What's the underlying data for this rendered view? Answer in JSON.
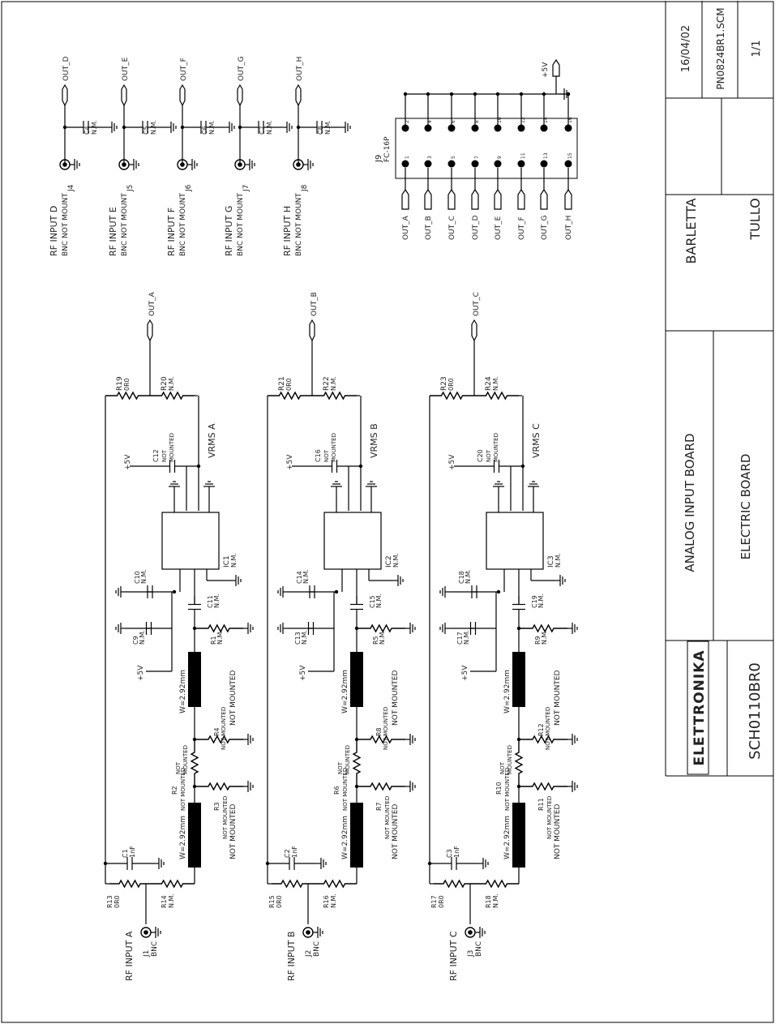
{
  "title_block": {
    "date": "16/04/02",
    "file": "PN0824BR1.SCM",
    "sheet": "1/1",
    "designer": "BARLETTA",
    "checker": "TULLO",
    "board_title": "ANALOG INPUT BOARD",
    "board_subtitle": "ELECTRIC BOARD",
    "company": "ELETTRONIKA",
    "doc_number": "SCH0110BR0"
  },
  "bnc_inputs": [
    {
      "ref": "J4",
      "label": "RF INPUT D",
      "note": "BNC NOT MOUNT",
      "cap": "C4",
      "cap_val": "N.M.",
      "out": "OUT_D"
    },
    {
      "ref": "J5",
      "label": "RF INPUT E",
      "note": "BNC NOT MOUNT",
      "cap": "C5",
      "cap_val": "N.M.",
      "out": "OUT_E"
    },
    {
      "ref": "J6",
      "label": "RF INPUT F",
      "note": "BNC NOT MOUNT",
      "cap": "C6",
      "cap_val": "N.M.",
      "out": "OUT_F"
    },
    {
      "ref": "J7",
      "label": "RF INPUT G",
      "note": "BNC NOT MOUNT",
      "cap": "C7",
      "cap_val": "N.M.",
      "out": "OUT_G"
    },
    {
      "ref": "J8",
      "label": "RF INPUT H",
      "note": "BNC NOT MOUNT",
      "cap": "C8",
      "cap_val": "N.M.",
      "out": "OUT_H"
    }
  ],
  "connector": {
    "ref": "J9",
    "type": "FC-16P",
    "supply": "+5V",
    "signals": [
      "OUT_A",
      "OUT_B",
      "OUT_C",
      "OUT_D",
      "OUT_E",
      "OUT_F",
      "OUT_G",
      "OUT_H"
    ],
    "odd_pins": [
      "1",
      "3",
      "5",
      "7",
      "9",
      "11",
      "13",
      "15"
    ],
    "even_pins": [
      "2",
      "4",
      "6",
      "8",
      "10",
      "12",
      "14",
      "16"
    ]
  },
  "channels": [
    {
      "input_label": "RF INPUT A",
      "bnc_ref": "J1",
      "bnc": "BNC",
      "r_series": "R13",
      "r_series_val": "0R0",
      "r_shunt": "R14",
      "r_shunt_val": "N.M.",
      "c_in": "C1",
      "c_in_val": "1nF",
      "att_r1": "R3",
      "att_r2": "R2",
      "att_r3": "R4",
      "att_val": "NOT MOUNTED",
      "tline": "W=2.92mm",
      "r_term": "R1",
      "r_term_val": "N.M.",
      "c_a": "C9",
      "c_a_val": "N.M.",
      "c_b": "C10",
      "c_b_val": "N.M.",
      "c_c": "C11",
      "c_c_val": "N.M.",
      "ic": "IC1",
      "ic_val": "N.M.",
      "c_out": "C12",
      "c_out_val": "NOT MOUNTED",
      "supply": "+5V",
      "vrms": "VRMS A",
      "r_top1": "R19",
      "r_top1_val": "0R0",
      "r_top2": "R20",
      "r_top2_val": "N.M.",
      "out": "OUT_A"
    },
    {
      "input_label": "RF INPUT B",
      "bnc_ref": "J2",
      "bnc": "BNC",
      "r_series": "R15",
      "r_series_val": "0R0",
      "r_shunt": "R16",
      "r_shunt_val": "N.M.",
      "c_in": "C2",
      "c_in_val": "1nF",
      "att_r1": "R7",
      "att_r2": "R6",
      "att_r3": "R8",
      "att_val": "NOT MOUNTED",
      "tline": "W=2.92mm",
      "r_term": "R5",
      "r_term_val": "N.M.",
      "c_a": "C13",
      "c_a_val": "N.M.",
      "c_b": "C14",
      "c_b_val": "N.M.",
      "c_c": "C15",
      "c_c_val": "N.M.",
      "ic": "IC2",
      "ic_val": "N.M.",
      "c_out": "C16",
      "c_out_val": "NOT MOUNTED",
      "supply": "+5V",
      "vrms": "VRMS B",
      "r_top1": "R21",
      "r_top1_val": "0R0",
      "r_top2": "R22",
      "r_top2_val": "N.M.",
      "out": "OUT_B"
    },
    {
      "input_label": "RF INPUT C",
      "bnc_ref": "J3",
      "bnc": "BNC",
      "r_series": "R17",
      "r_series_val": "0R0",
      "r_shunt": "R18",
      "r_shunt_val": "N.M.",
      "c_in": "C3",
      "c_in_val": "1nF",
      "att_r1": "R11",
      "att_r2": "R10",
      "att_r3": "R12",
      "att_val": "NOT MOUNTED",
      "tline": "W=2.92mm",
      "r_term": "R9",
      "r_term_val": "N.M.",
      "c_a": "C17",
      "c_a_val": "N.M.",
      "c_b": "C18",
      "c_b_val": "N.M.",
      "c_c": "C19",
      "c_c_val": "N.M.",
      "ic": "IC3",
      "ic_val": "N.M.",
      "c_out": "C20",
      "c_out_val": "NOT MOUNTED",
      "supply": "+5V",
      "vrms": "VRMS C",
      "r_top1": "R23",
      "r_top1_val": "0R0",
      "r_top2": "R24",
      "r_top2_val": "N.M.",
      "out": "OUT_C"
    }
  ]
}
